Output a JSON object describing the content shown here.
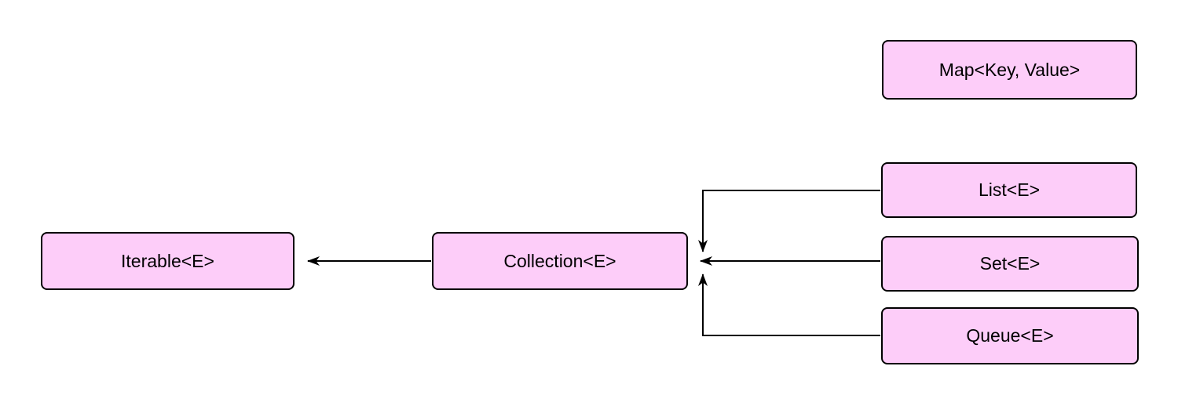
{
  "diagram": {
    "nodes": [
      {
        "id": "iterable",
        "label": "Iterable<E>"
      },
      {
        "id": "collection",
        "label": "Collection<E>"
      },
      {
        "id": "map",
        "label": "Map<Key, Value>"
      },
      {
        "id": "list",
        "label": "List<E>"
      },
      {
        "id": "set",
        "label": "Set<E>"
      },
      {
        "id": "queue",
        "label": "Queue<E>"
      }
    ],
    "edges": [
      {
        "from": "Collection<E>",
        "to": "Iterable<E>",
        "arrowhead": "at-target"
      },
      {
        "from": "List<E>",
        "to": "Collection<E>",
        "arrowhead": "at-target"
      },
      {
        "from": "Set<E>",
        "to": "Collection<E>",
        "arrowhead": "at-target"
      },
      {
        "from": "Queue<E>",
        "to": "Collection<E>",
        "arrowhead": "at-target"
      }
    ],
    "colors": {
      "node_fill": "#fdcdf9",
      "node_border": "#000000",
      "arrow": "#000000",
      "background": "#ffffff"
    }
  }
}
